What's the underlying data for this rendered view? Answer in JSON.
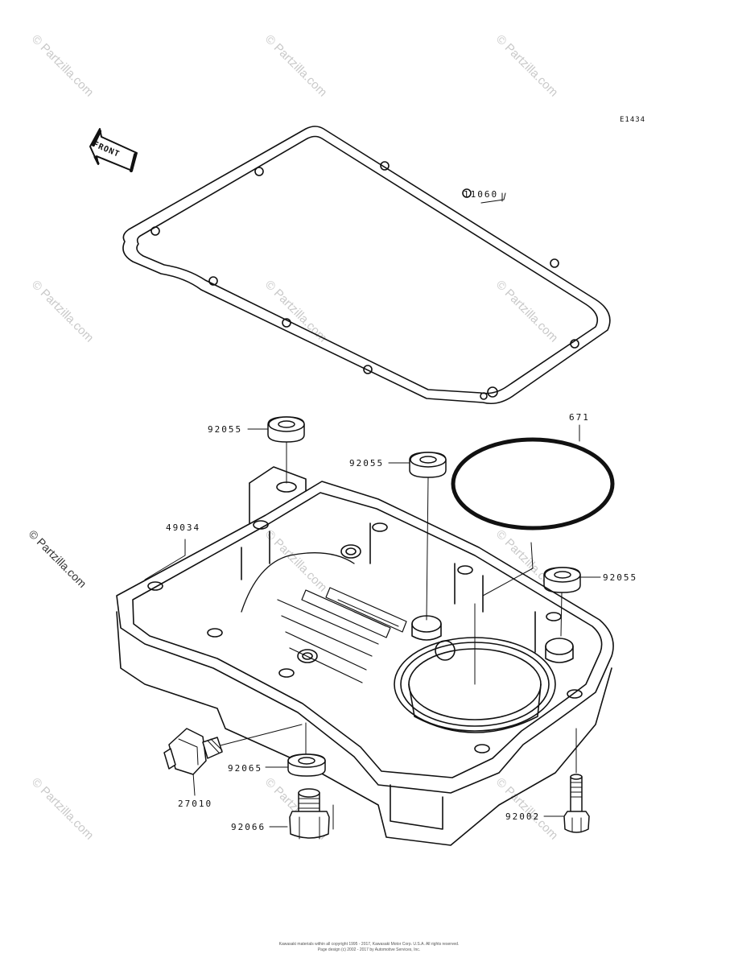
{
  "diagram": {
    "code": "E1434",
    "front_label": "FRONT",
    "watermark": "© Partzilla.com",
    "side_watermark": "© Partzilla.com",
    "parts": {
      "gasket": "11060",
      "o_ring": "671",
      "washer_a": "92055",
      "washer_b": "92055",
      "washer_c": "92055",
      "oil_pan": "49034",
      "drain_washer": "92065",
      "switch": "27010",
      "drain_plug": "92066",
      "bolt": "92002"
    },
    "footer_line1": "Kawasaki materials within all copyright 1995 - 2017, Kawasaki Motor Corp. U.S.A. All rights reserved.",
    "footer_line2": "Page design (c) 2002 - 2017 by Automotive Services, Inc."
  },
  "colors": {
    "line": "#111111",
    "watermark": "#c9c9c9"
  }
}
